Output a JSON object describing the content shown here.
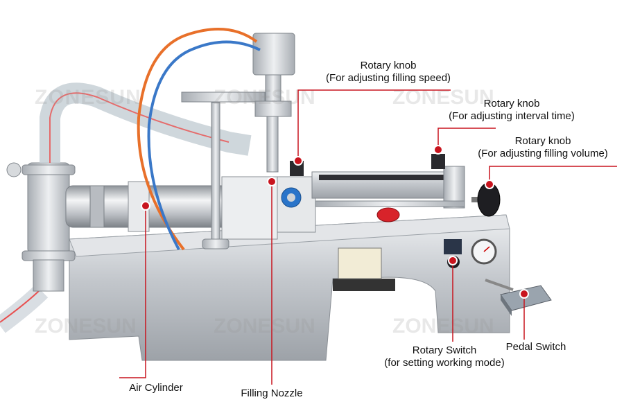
{
  "colors": {
    "callout": "#c8141e",
    "steel": "#c9ccd0",
    "hose_orange": "#e8702a",
    "hose_blue": "#3a78c8"
  },
  "watermark": "ZONESUN",
  "callouts": {
    "rotary_knob_speed": {
      "title": "Rotary knob",
      "sub": "(For adjusting filling speed)"
    },
    "rotary_knob_interval": {
      "title": "Rotary knob",
      "sub": "(For adjusting interval time)"
    },
    "rotary_knob_volume": {
      "title": "Rotary knob",
      "sub": "(For adjusting filling volume)"
    },
    "rotary_switch": {
      "title": "Rotary Switch",
      "sub": "(for setting working mode)"
    },
    "pedal_switch": {
      "title": "Pedal Switch"
    },
    "air_cylinder": {
      "title": "Air Cylinder"
    },
    "filling_nozzle": {
      "title": "Filling Nozzle"
    }
  }
}
